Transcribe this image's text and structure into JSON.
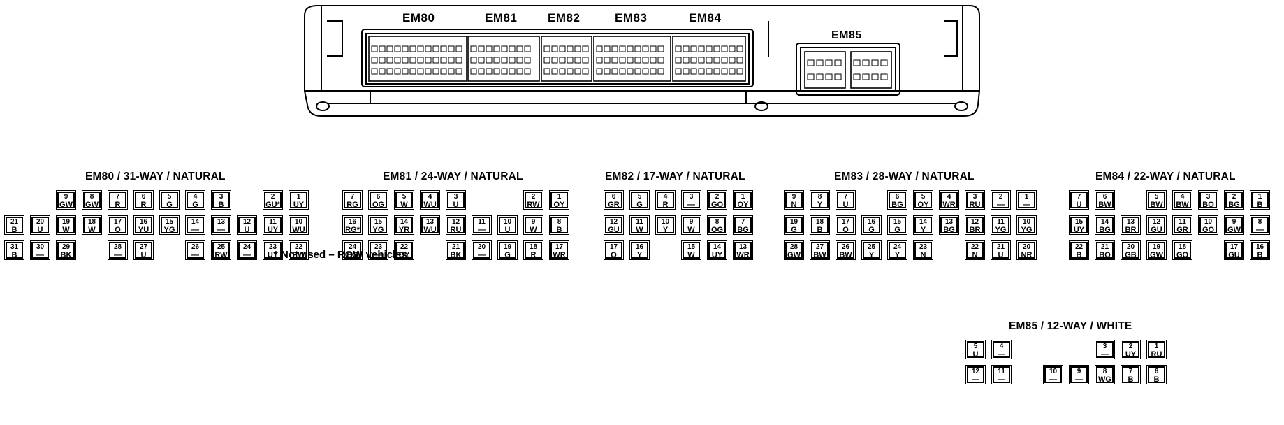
{
  "ecu": {
    "labels": [
      "EM80",
      "EM81",
      "EM82",
      "EM83",
      "EM84",
      "EM85"
    ]
  },
  "connectors": [
    {
      "title": "EM80 / 31-WAY / NATURAL",
      "rows": [
        [
          [
            "9",
            "GW"
          ],
          [
            "8",
            "GW"
          ],
          [
            "7",
            "R"
          ],
          [
            "6",
            "R"
          ],
          [
            "5",
            "G"
          ],
          [
            "4",
            "G"
          ],
          [
            "3",
            "B"
          ],
          null,
          [
            "2",
            "GU*"
          ],
          [
            "1",
            "UY"
          ]
        ],
        [
          [
            "21",
            "B"
          ],
          [
            "20",
            "U"
          ],
          [
            "19",
            "W"
          ],
          [
            "18",
            "W"
          ],
          [
            "17",
            "O"
          ],
          [
            "16",
            "YU"
          ],
          [
            "15",
            "YG"
          ],
          [
            "14",
            "—"
          ],
          [
            "13",
            "—"
          ],
          [
            "12",
            "U"
          ],
          [
            "11",
            "UY"
          ],
          [
            "10",
            "WU"
          ]
        ],
        [
          [
            "31",
            "B"
          ],
          [
            "30",
            "—"
          ],
          [
            "29",
            "BK"
          ],
          null,
          [
            "28",
            "—"
          ],
          [
            "27",
            "U"
          ],
          null,
          [
            "26",
            "—"
          ],
          [
            "25",
            "RW"
          ],
          [
            "24",
            "—"
          ],
          [
            "23",
            "UY"
          ],
          [
            "22",
            "RW"
          ]
        ]
      ]
    },
    {
      "title": "EM81 / 24-WAY / NATURAL",
      "rows": [
        [
          [
            "7",
            "RG"
          ],
          [
            "6",
            "OG"
          ],
          [
            "5",
            "W"
          ],
          [
            "4",
            "WU"
          ],
          [
            "3",
            "U"
          ],
          null,
          null,
          [
            "2",
            "RW"
          ],
          [
            "1",
            "OY"
          ]
        ],
        [
          [
            "16",
            "RG*"
          ],
          [
            "15",
            "YG"
          ],
          [
            "14",
            "YR"
          ],
          [
            "13",
            "WU"
          ],
          [
            "12",
            "RU"
          ],
          [
            "11",
            "—"
          ],
          [
            "10",
            "U"
          ],
          [
            "9",
            "W"
          ],
          [
            "8",
            "B"
          ]
        ],
        [
          [
            "24",
            "BG"
          ],
          [
            "23",
            "—"
          ],
          [
            "22",
            "OY"
          ],
          null,
          [
            "21",
            "BK"
          ],
          [
            "20",
            "—"
          ],
          [
            "19",
            "G"
          ],
          [
            "18",
            "R"
          ],
          [
            "17",
            "WR"
          ]
        ]
      ]
    },
    {
      "title": "EM82 / 17-WAY / NATURAL",
      "rows": [
        [
          [
            "6",
            "GR"
          ],
          [
            "5",
            "G"
          ],
          [
            "4",
            "R"
          ],
          [
            "3",
            "—"
          ],
          [
            "2",
            "GO"
          ],
          [
            "1",
            "OY"
          ]
        ],
        [
          [
            "12",
            "GU"
          ],
          [
            "11",
            "W"
          ],
          [
            "10",
            "Y"
          ],
          [
            "9",
            "W"
          ],
          [
            "8",
            "OG"
          ],
          [
            "7",
            "BG"
          ]
        ],
        [
          [
            "17",
            "O"
          ],
          [
            "16",
            "Y"
          ],
          null,
          [
            "15",
            "W"
          ],
          [
            "14",
            "UY"
          ],
          [
            "13",
            "WR"
          ]
        ]
      ]
    },
    {
      "title": "EM83 / 28-WAY / NATURAL",
      "rows": [
        [
          [
            "9",
            "N"
          ],
          [
            "8",
            "Y"
          ],
          [
            "7",
            "U"
          ],
          null,
          [
            "6",
            "BG"
          ],
          [
            "5",
            "OY"
          ],
          [
            "4",
            "WR"
          ],
          [
            "3",
            "RU"
          ],
          [
            "2",
            "—"
          ],
          [
            "1",
            "—"
          ]
        ],
        [
          [
            "19",
            "G"
          ],
          [
            "18",
            "B"
          ],
          [
            "17",
            "O"
          ],
          [
            "16",
            "G"
          ],
          [
            "15",
            "G"
          ],
          [
            "14",
            "Y"
          ],
          [
            "13",
            "BG"
          ],
          [
            "12",
            "BR"
          ],
          [
            "11",
            "YG"
          ],
          [
            "10",
            "YG"
          ]
        ],
        [
          [
            "28",
            "GW"
          ],
          [
            "27",
            "BW"
          ],
          [
            "26",
            "BW"
          ],
          [
            "25",
            "Y"
          ],
          [
            "24",
            "Y"
          ],
          [
            "23",
            "N"
          ],
          null,
          [
            "22",
            "N"
          ],
          [
            "21",
            "U"
          ],
          [
            "20",
            "NR"
          ]
        ]
      ]
    },
    {
      "title": "EM84 / 22-WAY / NATURAL",
      "rows": [
        [
          [
            "7",
            "U"
          ],
          [
            "6",
            "BW"
          ],
          null,
          [
            "5",
            "BW"
          ],
          [
            "4",
            "BW"
          ],
          [
            "3",
            "BO"
          ],
          [
            "2",
            "BG"
          ],
          [
            "1",
            "B"
          ]
        ],
        [
          [
            "15",
            "UY"
          ],
          [
            "14",
            "BG"
          ],
          [
            "13",
            "BR"
          ],
          [
            "12",
            "GU"
          ],
          [
            "11",
            "GR"
          ],
          [
            "10",
            "GO"
          ],
          [
            "9",
            "GW"
          ],
          [
            "8",
            "—"
          ]
        ],
        [
          [
            "22",
            "B"
          ],
          [
            "21",
            "BO"
          ],
          [
            "20",
            "GB"
          ],
          [
            "19",
            "GW"
          ],
          [
            "18",
            "GO"
          ],
          null,
          [
            "17",
            "GU"
          ],
          [
            "16",
            "B"
          ]
        ]
      ]
    },
    {
      "title": "EM85 / 12-WAY / WHITE",
      "rows": [
        [
          [
            "5",
            "U"
          ],
          [
            "4",
            "—"
          ],
          null,
          null,
          null,
          [
            "3",
            "—"
          ],
          [
            "2",
            "UY"
          ],
          [
            "1",
            "RU"
          ]
        ],
        [
          [
            "12",
            "—"
          ],
          [
            "11",
            "—"
          ],
          null,
          [
            "10",
            "—"
          ],
          [
            "9",
            "—"
          ],
          [
            "8",
            "WG"
          ],
          [
            "7",
            "B"
          ],
          [
            "6",
            "B"
          ]
        ]
      ]
    }
  ],
  "footnote": "* Not used – ROW vehicles."
}
